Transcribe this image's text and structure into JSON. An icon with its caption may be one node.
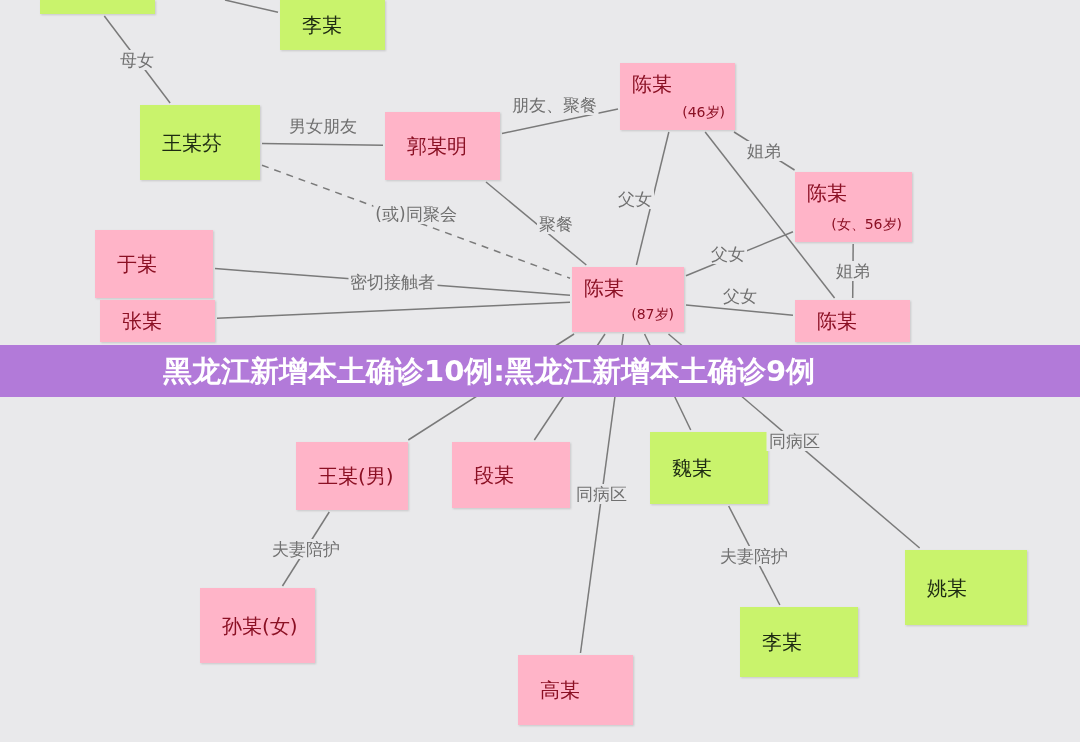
{
  "diagram": {
    "title": "黑龙江新增本土确诊10例:黑龙江新增本土确诊9例",
    "nodes": [
      {
        "text": [],
        "shape": "box"
      },
      {
        "text": [
          "李某"
        ]
      },
      {
        "text": [
          "王某芬"
        ]
      },
      {
        "text": [
          "郭某明"
        ]
      },
      {
        "text": [
          "陈某",
          "(46岁)"
        ]
      },
      {
        "text": [
          "陈某",
          "(女、56岁)"
        ]
      },
      {
        "text": [
          "于某"
        ]
      },
      {
        "text": [
          "陈某",
          "(87岁)"
        ]
      },
      {
        "text": [
          "张某"
        ]
      },
      {
        "text": [
          "陈某"
        ]
      },
      {
        "text": [
          "王某(男)"
        ]
      },
      {
        "text": [
          "段某"
        ]
      },
      {
        "text": [
          "魏某"
        ]
      },
      {
        "text": [
          "孙某(女)"
        ]
      },
      {
        "text": [
          "姚某"
        ]
      },
      {
        "text": [
          "高某"
        ]
      },
      {
        "text": [
          "李某"
        ]
      }
    ],
    "edges": [
      {
        "from": 0,
        "to": 2,
        "arrow": "none",
        "label": "母女"
      },
      {
        "from": null,
        "to": 1,
        "arrow": "none"
      },
      {
        "from": 2,
        "to": 3,
        "arrow": "none",
        "label": "男女朋友"
      },
      {
        "from": 2,
        "to": 7,
        "arrow": "none",
        "style": "dashed",
        "label": "(或)同聚会"
      },
      {
        "from": 3,
        "to": 4,
        "arrow": "none",
        "label": "朋友、聚餐"
      },
      {
        "from": 3,
        "to": 7,
        "arrow": "none",
        "label": "聚餐"
      },
      {
        "from": 4,
        "to": 5,
        "arrow": "none",
        "label": "姐弟"
      },
      {
        "from": 4,
        "to": 7,
        "arrow": "none",
        "label": "父女"
      },
      {
        "from": 4,
        "to": 9,
        "arrow": "none"
      },
      {
        "from": 5,
        "to": 7,
        "arrow": "none",
        "label": "父女"
      },
      {
        "from": 5,
        "to": 9,
        "arrow": "none",
        "label": "姐弟"
      },
      {
        "from": 6,
        "to": 7,
        "arrow": "none",
        "label": "密切接触者"
      },
      {
        "from": 8,
        "to": 7,
        "arrow": "none"
      },
      {
        "from": 7,
        "to": 9,
        "arrow": "none",
        "label": "父女"
      },
      {
        "from": 10,
        "to": 7,
        "arrow": "none"
      },
      {
        "from": 11,
        "to": 7,
        "arrow": "none"
      },
      {
        "from": 12,
        "to": 7,
        "arrow": "none"
      },
      {
        "from": 15,
        "to": 7,
        "arrow": "none",
        "label": "同病区"
      },
      {
        "from": 14,
        "to": 7,
        "arrow": "none",
        "label": "同病区"
      },
      {
        "from": 10,
        "to": 13,
        "arrow": "none",
        "label": "夫妻陪护"
      },
      {
        "from": 12,
        "to": 16,
        "arrow": "none",
        "label": "夫妻陪护"
      }
    ]
  }
}
